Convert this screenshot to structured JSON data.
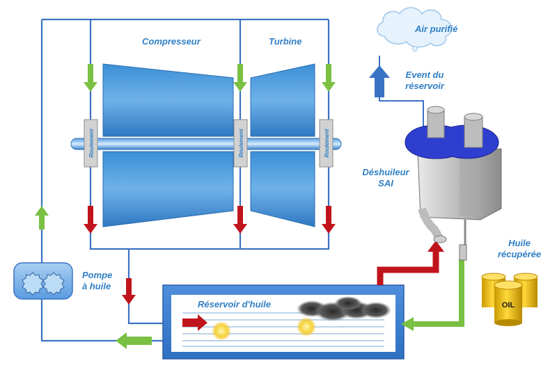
{
  "labels": {
    "compresseur": "Compresseur",
    "turbine": "Turbine",
    "air_purifie": "Air purifié",
    "event_line1": "Event du",
    "event_line2": "réservoir",
    "deshuileur_line1": "Déshuileur",
    "deshuileur_line2": "SAI",
    "huile_line1": "Huile",
    "huile_line2": "récupérée",
    "pompe_line1": "Pompe",
    "pompe_line2": "à huile",
    "reservoir": "Réservoir d'huile",
    "roulement": "Roulement",
    "oil_barrel": "OIL"
  },
  "colors": {
    "pipe_blue": "#3a72c4",
    "arrow_green": "#7ac043",
    "arrow_red": "#c0141c",
    "label_blue": "#2f7fc4",
    "separator_blue": "#2e3fd0",
    "barrel_yellow": "#f2c300"
  }
}
